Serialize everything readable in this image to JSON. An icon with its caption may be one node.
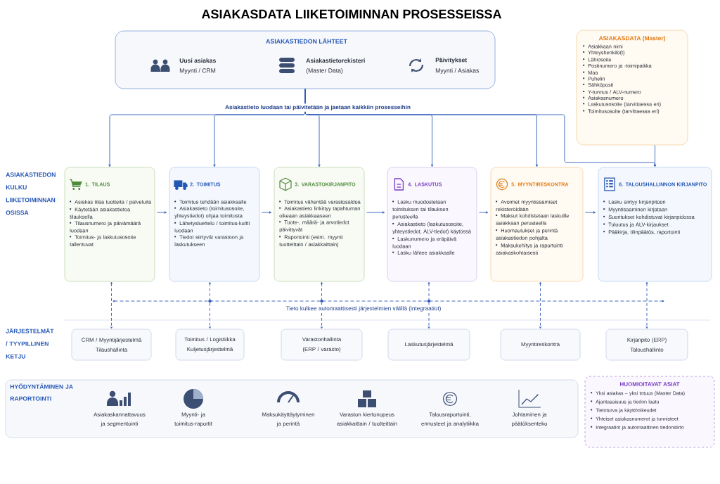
{
  "diagram": {
    "title": "ASIAKASDATA LIIKETOIMINNAN PROSESSEISSA",
    "nodes": [
      {
        "text": [
          "ASIAKASTIEDON LÄHTEET",
          "Uusi asiakas",
          "Myynti / CRM",
          "Asiakastietorekisteri",
          "(Master Data)",
          "Päivitykset",
          "Myynti / Asiakas"
        ]
      },
      {
        "text": [
          "ASIAKASDATA (Master)",
          "Asiakkaan nimi",
          "Yhteyshenkilö(t)",
          "Lähiosoite",
          "Postinumero ja -toimipaikka",
          "Maa",
          "Puhelin",
          "Sähköposti",
          "Y-tunnus / ALV-numero",
          "Asiakasnumero",
          "Laskutusosoite (tarvittaessa eri)",
          "Toimitusosoite (tarvittaessa eri)"
        ]
      },
      {
        "text": [
          "1. TILAUS",
          "Asiakas tilaa tuotteita / palveluita",
          "Käytetään asiakastietoa tilauksella",
          "Tilausnumero ja päivämäärä luodaan",
          "Toimitus- ja laskutusosoite tallentuvat"
        ]
      },
      {
        "text": [
          "2. TOIMITUS",
          "Toimitus tehdään asiakkaalle",
          "Asiakastieto (toimitusosoite, yhteystiedot) ohjaa toimitusta",
          "Lähetysluettelo / toimitus-kuitti luodaan",
          "Tiedot siirtyvät varastoon ja laskutukseen"
        ]
      },
      {
        "text": [
          "3. VARASTOKIRJANPITO",
          "Toimitus vähentää varastosaldoa",
          "Asiakastieto linkittyy tapahtuman oikeaan asiakkaaseen",
          "Tuote-, määrä- ja arvotiedot päivittyvät",
          "Raportointi (esim. myynti tuotteittain / asiakkaittain)"
        ]
      },
      {
        "text": [
          "4. LASKUTUS",
          "Lasku muodostetaan toimituksen tai tilauksen perusteella",
          "Asiakastieto (laskutusosoite, yhteystiedot, ALV-tiedot) käytössä",
          "Laskunumero ja eräpäivä luodaan",
          "Lasku lähtee asiakkaalle"
        ]
      },
      {
        "text": [
          "5. MYYNTIRESKONTRA",
          "Avoimet myyntisaamiset rekisteröidään",
          "Maksut kohdistetaan laskuille asiakkaan perusteella",
          "Huomautukset ja perintä asiakastiedon pohjalta",
          "Maksukehitys ja raportointi asiakaskohtaisesti"
        ]
      },
      {
        "text": [
          "6. TALOUSHALLINNON KIRJANPITO",
          "Lasku siirtyy kirjanpitoon",
          "Myyntisaaminen kirjataan",
          "Suoritukset kohdistuvat kirjanpidossa",
          "Tuloutus ja ALV-kirjaukset",
          "Pääkirja, tilinpäätös, raportointi"
        ]
      },
      {
        "text": [
          "CRM / Myyntijärjestelmä Tilaushallinta"
        ]
      },
      {
        "text": [
          "Toimitus / Logistiikka Kuljetusjärjestelmä"
        ]
      },
      {
        "text": [
          "Varastonhallinta (ERP / varasto)"
        ]
      },
      {
        "text": [
          "Laskutusjärjestelmä"
        ]
      },
      {
        "text": [
          "Myyntireskontra"
        ]
      },
      {
        "text": [
          "Kirjanpito (ERP) Taloushallinto"
        ]
      },
      {
        "text": [
          "HYÖDYNTÄMINEN JA RAPORTOINTI",
          "Asiakaskannattavuus ja segmentointi",
          "Myynti- ja toimitus-raportit",
          "Maksukäyttäytyminen ja perintä",
          "Varaston kiertonopeus asiakkaittain / tuotteittain",
          "Talousraportointi, ennusteet ja analytiikka",
          "Johtaminen ja päätöksenteko"
        ]
      },
      {
        "text": [
          "HUOMIOITAVAT ASIAT",
          "Yksi asiakas – yksi totuus (Master Data)",
          "Ajantasaisuus ja tiedon laatu",
          "Tietoturva ja käyttöoikeudet",
          "Yhteiset asiakasnumerot ja tunnisteet",
          "Integraatiot ja automaattinen tiedonsiirto"
        ]
      }
    ],
    "edges": [
      {
        "from": 0,
        "to": 2,
        "arrow": "to",
        "label": "Asiakastieto luodaan tai päivitetään ja jaetaan kaikkiin prosesseihin"
      },
      {
        "from": 0,
        "to": 3,
        "arrow": "to"
      },
      {
        "from": 0,
        "to": 4,
        "arrow": "to"
      },
      {
        "from": 0,
        "to": 5,
        "arrow": "to"
      },
      {
        "from": 0,
        "to": 6,
        "arrow": "to"
      },
      {
        "from": 0,
        "to": 7,
        "arrow": "to"
      },
      {
        "from": 1,
        "to": 7,
        "arrow": "to"
      },
      {
        "from": 2,
        "to": 3,
        "arrow": "to"
      },
      {
        "from": 3,
        "to": 4,
        "arrow": "to"
      },
      {
        "from": 4,
        "to": 5,
        "arrow": "to"
      },
      {
        "from": 5,
        "to": 6,
        "arrow": "to"
      },
      {
        "from": 6,
        "to": 7,
        "arrow": "to"
      },
      {
        "from": 2,
        "to": 8,
        "arrow": "both",
        "style": "dashed"
      },
      {
        "from": 3,
        "to": 9,
        "arrow": "both",
        "style": "dashed"
      },
      {
        "from": 4,
        "to": 10,
        "arrow": "both",
        "style": "dashed"
      },
      {
        "from": 5,
        "to": 11,
        "arrow": "both",
        "style": "dashed"
      },
      {
        "from": 6,
        "to": 12,
        "arrow": "both",
        "style": "dashed"
      },
      {
        "from": 7,
        "to": 13,
        "arrow": "both",
        "style": "dashed"
      }
    ],
    "labels": [
      "ASIAKASTIEDON KULKU LIIKETOIMINNAN OSISSA",
      "Tieto kulkee automaattisesti järjestelmien välillä (integraatiot)",
      "JÄRJESTELMÄT / TYYPILLINEN KETJU"
    ]
  }
}
